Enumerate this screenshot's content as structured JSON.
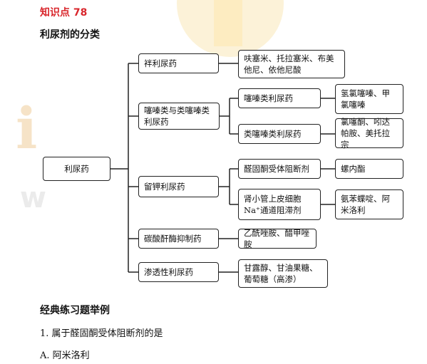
{
  "knowledge_point": "知识点 78",
  "section_title": "利尿剂的分类",
  "diagram": {
    "root": "利尿药",
    "categories": {
      "loop": "袢利尿药",
      "thiazide": "噻嗪类与类噻嗪类利尿药",
      "potassium_sparing": "留钾利尿药",
      "carbonic_anhydrase": "碳酸酐酶抑制药",
      "osmotic": "渗透性利尿药"
    },
    "subcategories": {
      "thiazide_class": "噻嗪类利尿药",
      "thiazide_like": "类噻嗪类利尿药",
      "aldosterone_antagonist": "醛固酮受体阻断剂",
      "na_channel_blocker": "肾小管上皮细胞Na⁺通道阻滞剂"
    },
    "drugs": {
      "loop": "呋塞米、托拉塞米、布美他尼、依他尼酸",
      "thiazide_class": "氢氯噻嗪、甲氯噻嗪",
      "thiazide_like": "氯噻酮、吲达帕胺、美托拉宗",
      "aldosterone_antagonist": "螺内酯",
      "na_channel_blocker": "氨苯蝶啶、阿米洛利",
      "carbonic_anhydrase": "乙酰唑胺、醋甲唑胺",
      "osmotic": "甘露醇、甘油果糖、葡萄糖（高渗）"
    }
  },
  "exercise": {
    "title": "经典练习题举例",
    "question": "1. 属于醛固酮受体阻断剂的是",
    "option_a": "A. 阿米洛利"
  }
}
